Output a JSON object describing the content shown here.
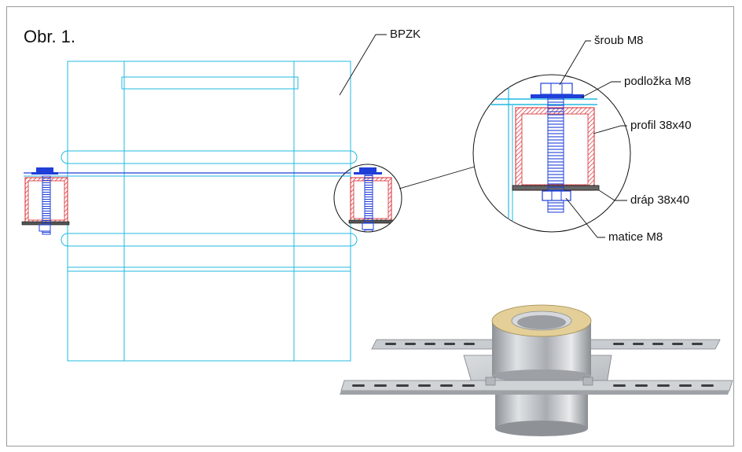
{
  "figure": {
    "title": "Obr. 1."
  },
  "labels": {
    "bpzk": "BPZK",
    "bolt": "šroub M8",
    "washer": "podložka M8",
    "profile": "profil 38x40",
    "claw": "dráp 38x40",
    "nut": "matice M8"
  },
  "colors": {
    "outline": "#22b8e0",
    "bolt": "#1f3fd8",
    "profile": "#d8262c",
    "ink": "#111111",
    "steel": "#b8bcc0",
    "insulation": "#e6cf95"
  },
  "photo": {
    "icon": "chimney-support-bracket-photo"
  }
}
